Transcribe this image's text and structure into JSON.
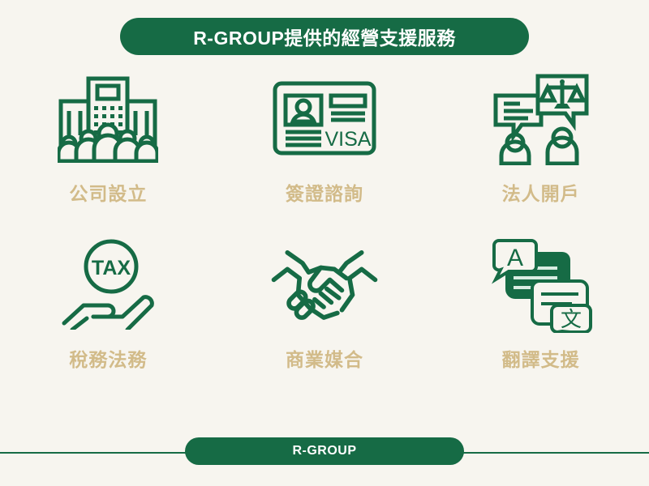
{
  "header": {
    "title": "R-GROUP提供的經營支援服務"
  },
  "colors": {
    "background": "#F7F5EF",
    "brand_green": "#166B45",
    "label_gold": "#D2BB89",
    "white": "#FFFFFF"
  },
  "services": [
    {
      "label": "公司設立",
      "icon": "company-building-people-icon"
    },
    {
      "label": "簽證諮詢",
      "icon": "visa-card-icon"
    },
    {
      "label": "法人開戶",
      "icon": "legal-consultation-scales-icon"
    },
    {
      "label": "稅務法務",
      "icon": "hand-holding-tax-icon"
    },
    {
      "label": "商業媒合",
      "icon": "handshake-icon"
    },
    {
      "label": "翻譯支援",
      "icon": "translation-bubbles-icon"
    }
  ],
  "icon_text": {
    "visa": "VISA",
    "tax": "TAX",
    "translate_latin": "A",
    "translate_cjk": "文"
  },
  "footer": {
    "brand": "R-GROUP"
  }
}
